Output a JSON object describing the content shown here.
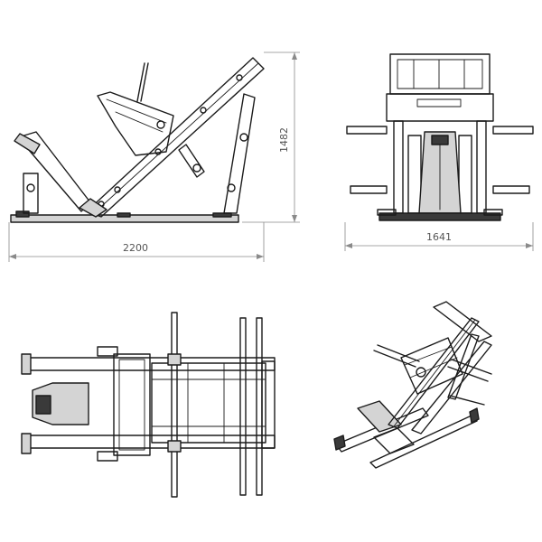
{
  "dimensions": {
    "side_length": "2200",
    "side_height": "1482",
    "front_width": "1641"
  },
  "colors": {
    "line": "#1b1b1b",
    "dimension_line": "#8a8a8a",
    "dimension_text": "#555555",
    "background": "#ffffff"
  }
}
